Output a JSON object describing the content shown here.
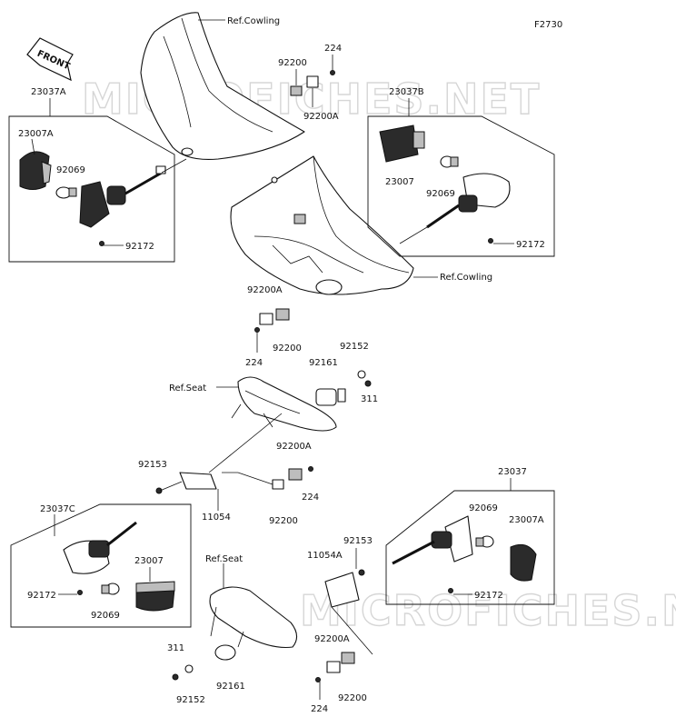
{
  "figure_code": "F2730",
  "front_badge": "FRONT",
  "watermark": "MICROFICHES.NET",
  "labels": {
    "ref_cowling_top": "Ref.Cowling",
    "ref_cowling_mid": "Ref.Cowling",
    "ref_seat_mid": "Ref.Seat",
    "ref_seat_low": "Ref.Seat",
    "a23037A": "23037A",
    "a23007A_l": "23007A",
    "a92069_l": "92069",
    "a92172_l": "92172",
    "a92200_t": "92200",
    "a224_t": "224",
    "a92200A_t": "92200A",
    "a23037B": "23037B",
    "a23007_r": "23007",
    "a92069_r": "92069",
    "a92172_r": "92172",
    "a92200A_m": "92200A",
    "a92200_m": "92200",
    "a224_m": "224",
    "a92152_m": "92152",
    "a92161_m": "92161",
    "a311_m": "311",
    "a92200A_c": "92200A",
    "a92153_c": "92153",
    "a224_c": "224",
    "a92200_c": "92200",
    "a11054": "11054",
    "a23037C": "23037C",
    "a23007_c": "23007",
    "a92172_c": "92172",
    "a92069_c": "92069",
    "a23037": "23037",
    "a92069_rr": "92069",
    "a23007A_rr": "23007A",
    "a92172_rr": "92172",
    "a92153_rr": "92153",
    "a11054A": "11054A",
    "a311_b": "311",
    "a92152_b": "92152",
    "a92161_b": "92161",
    "a92200A_b": "92200A",
    "a224_b": "224",
    "a92200_b": "92200"
  }
}
